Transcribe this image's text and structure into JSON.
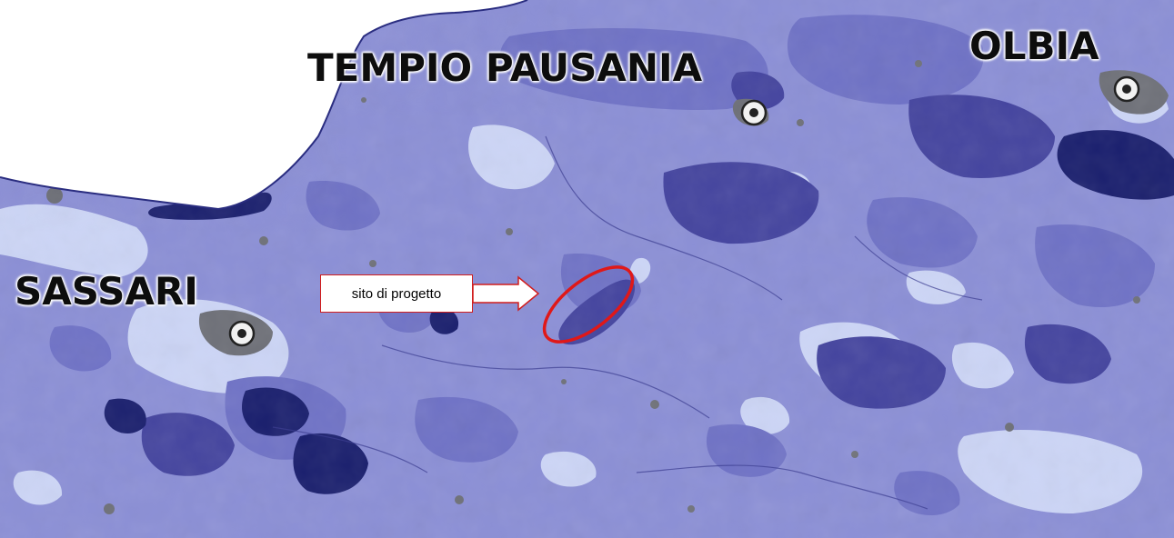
{
  "map": {
    "cities": {
      "tempio": "TEMPIO PAUSANIA",
      "olbia": "OLBIA",
      "sassari": "SASSARI"
    },
    "callout_text": "sito di progetto",
    "colors": {
      "sea": "#ffffff",
      "base_land": "#8b8fd6",
      "light_class": "#ccd5f6",
      "mid_class": "#6f72c6",
      "dark_class": "#44449f",
      "deepest_class": "#1a1f6e",
      "urban_gray": "#6e7078",
      "highlight": "#e01818",
      "city_marker_ring": "#2a2a2a",
      "city_marker_fill": "#e6e6e6"
    },
    "icons": [
      "city-marker-icon",
      "arrow-right-icon"
    ]
  }
}
